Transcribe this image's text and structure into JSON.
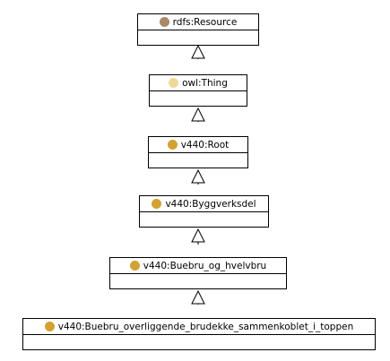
{
  "nodes": [
    {
      "label": "rdfs:Resource",
      "icon": "class-circle-icon",
      "color": "#a98a6a"
    },
    {
      "label": "owl:Thing",
      "icon": "class-circle-icon",
      "color": "#efd99a"
    },
    {
      "label": "v440:Root",
      "icon": "class-circle-icon",
      "color": "#d2a232"
    },
    {
      "label": "v440:Byggverksdel",
      "icon": "class-circle-icon",
      "color": "#d2a232"
    },
    {
      "label": "v440:Buebru_og_hvelvbru",
      "icon": "class-circle-icon",
      "color": "#d2a232"
    },
    {
      "label": "v440:Buebru_overliggende_brudekke_sammenkoblet_i_toppen",
      "icon": "class-circle-icon",
      "color": "#d2a232"
    }
  ]
}
